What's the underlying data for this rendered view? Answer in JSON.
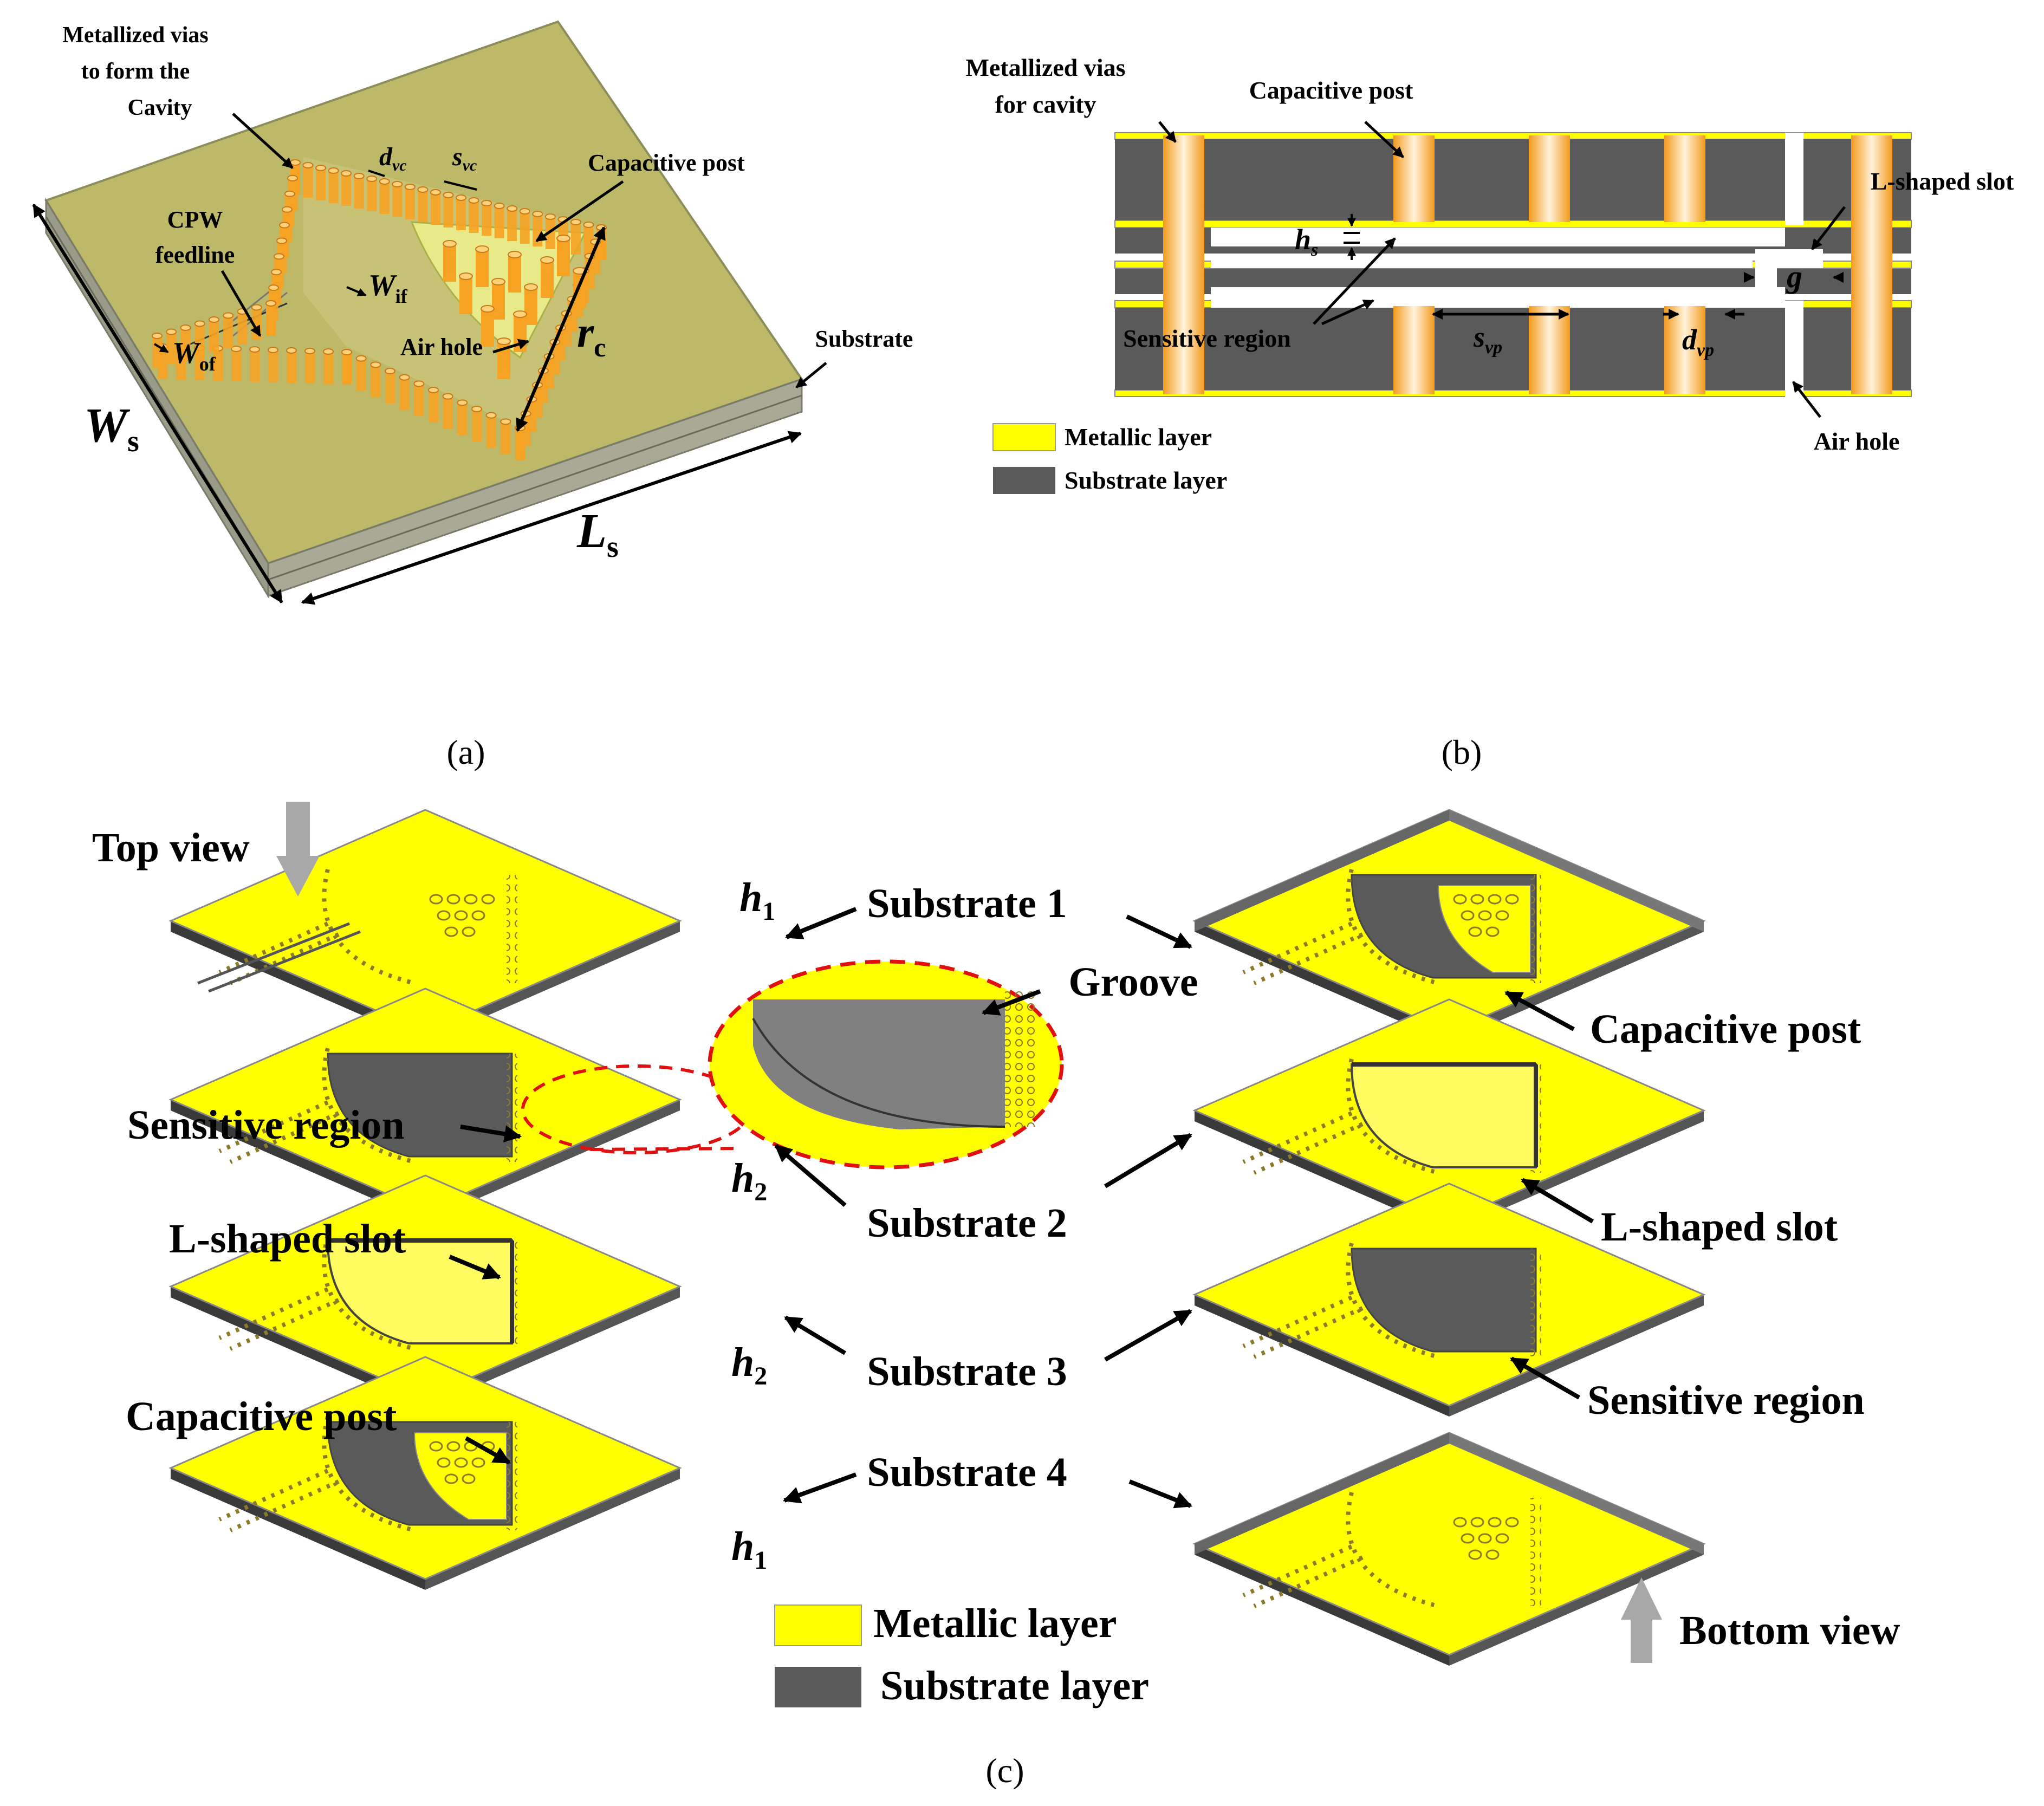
{
  "panel_a": {
    "caption": "(a)",
    "vias_label_1": "Metallized vias",
    "vias_label_2": "to form the",
    "vias_label_3": "Cavity",
    "capacitive_post": "Capacitive post",
    "cpw_1": "CPW",
    "cpw_2": "feedline",
    "air_hole": "Air hole",
    "substrate": "Substrate",
    "d_vc": {
      "main": "d",
      "sub": "vc"
    },
    "s_vc": {
      "main": "s",
      "sub": "vc"
    },
    "w_if": {
      "main": "W",
      "sub": "if"
    },
    "w_of": {
      "main": "W",
      "sub": "of"
    },
    "r_c": {
      "main": "r",
      "sub": "c"
    },
    "w_s": {
      "main": "W",
      "sub": "s"
    },
    "l_s": {
      "main": "L",
      "sub": "s"
    }
  },
  "panel_b": {
    "caption": "(b)",
    "vias_1": "Metallized vias",
    "vias_2": "for cavity",
    "capacitive_post": "Capacitive post",
    "l_slot": "L-shaped slot",
    "sensitive_region": "Sensitive region",
    "air_hole": "Air hole",
    "legend_metal": "Metallic layer",
    "legend_substrate": "Substrate layer",
    "h_s": {
      "main": "h",
      "sub": "s"
    },
    "s_vp": {
      "main": "s",
      "sub": "vp"
    },
    "d_vp": {
      "main": "d",
      "sub": "vp"
    },
    "g": "g"
  },
  "panel_c": {
    "caption": "(c)",
    "top_view": "Top view",
    "bottom_view": "Bottom view",
    "substrate_1": "Substrate 1",
    "substrate_2": "Substrate 2",
    "substrate_3": "Substrate 3",
    "substrate_4": "Substrate 4",
    "groove": "Groove",
    "sensitive_region_left": "Sensitive region",
    "l_slot_left": "L-shaped slot",
    "capacitive_post_left": "Capacitive post",
    "capacitive_post_right": "Capacitive post",
    "l_slot_right": "L-shaped slot",
    "sensitive_region_right": "Sensitive region",
    "h_1": {
      "main": "h",
      "sub": "1"
    },
    "h_2": {
      "main": "h",
      "sub": "2"
    },
    "legend_metal": "Metallic layer",
    "legend_substrate": "Substrate layer"
  },
  "colors": {
    "metal": "#ffff00",
    "substrate": "#5a5a5a",
    "groove_gray": "#808080",
    "via_orange": "#f6a323",
    "red_dash": "#e01010",
    "olive": "#b7b35f"
  }
}
